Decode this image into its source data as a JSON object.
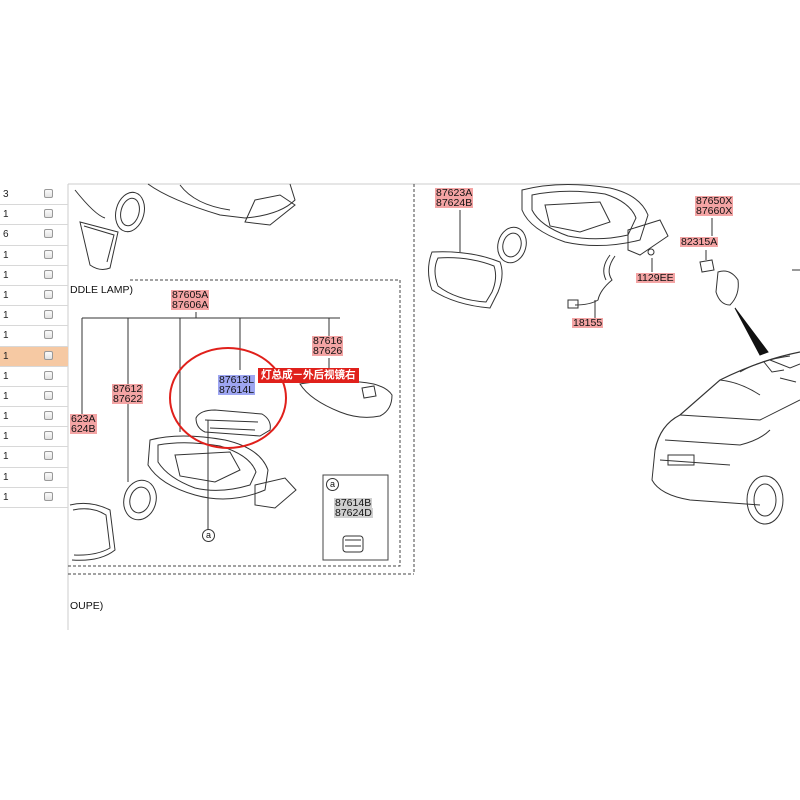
{
  "qty_column": {
    "rows": [
      {
        "qty": "3",
        "selected": false
      },
      {
        "qty": "1",
        "selected": false
      },
      {
        "qty": "6",
        "selected": false
      },
      {
        "qty": "1",
        "selected": false
      },
      {
        "qty": "1",
        "selected": false
      },
      {
        "qty": "1",
        "selected": false
      },
      {
        "qty": "1",
        "selected": false
      },
      {
        "qty": "1",
        "selected": false
      },
      {
        "qty": "1",
        "selected": true
      },
      {
        "qty": "1",
        "selected": false
      },
      {
        "qty": "1",
        "selected": false
      },
      {
        "qty": "1",
        "selected": false
      },
      {
        "qty": "1",
        "selected": false
      },
      {
        "qty": "1",
        "selected": false
      },
      {
        "qty": "1",
        "selected": false
      },
      {
        "qty": "1",
        "selected": false
      }
    ]
  },
  "diagram": {
    "section_puddle_lamp": "DDLE LAMP)",
    "section_coupe": "OUPE)",
    "callout_text": "灯总成－外后视镜右",
    "ref_marker": "a",
    "labels": {
      "p87605A": "87605A",
      "p87606A": "87606A",
      "p87616": "87616",
      "p87626": "87626",
      "p87613L": "87613L",
      "p87614L": "87614L",
      "p87612": "87612",
      "p87622": "87622",
      "p87623A_left": "623A",
      "p87624B_left": "624B",
      "p87614B": "87614B",
      "p87624D": "87624D",
      "p87623A": "87623A",
      "p87624B": "87624B",
      "p1129EE": "1129EE",
      "p18155": "18155",
      "p87650X": "87650X",
      "p87660X": "87660X",
      "p82315A": "82315A"
    }
  }
}
